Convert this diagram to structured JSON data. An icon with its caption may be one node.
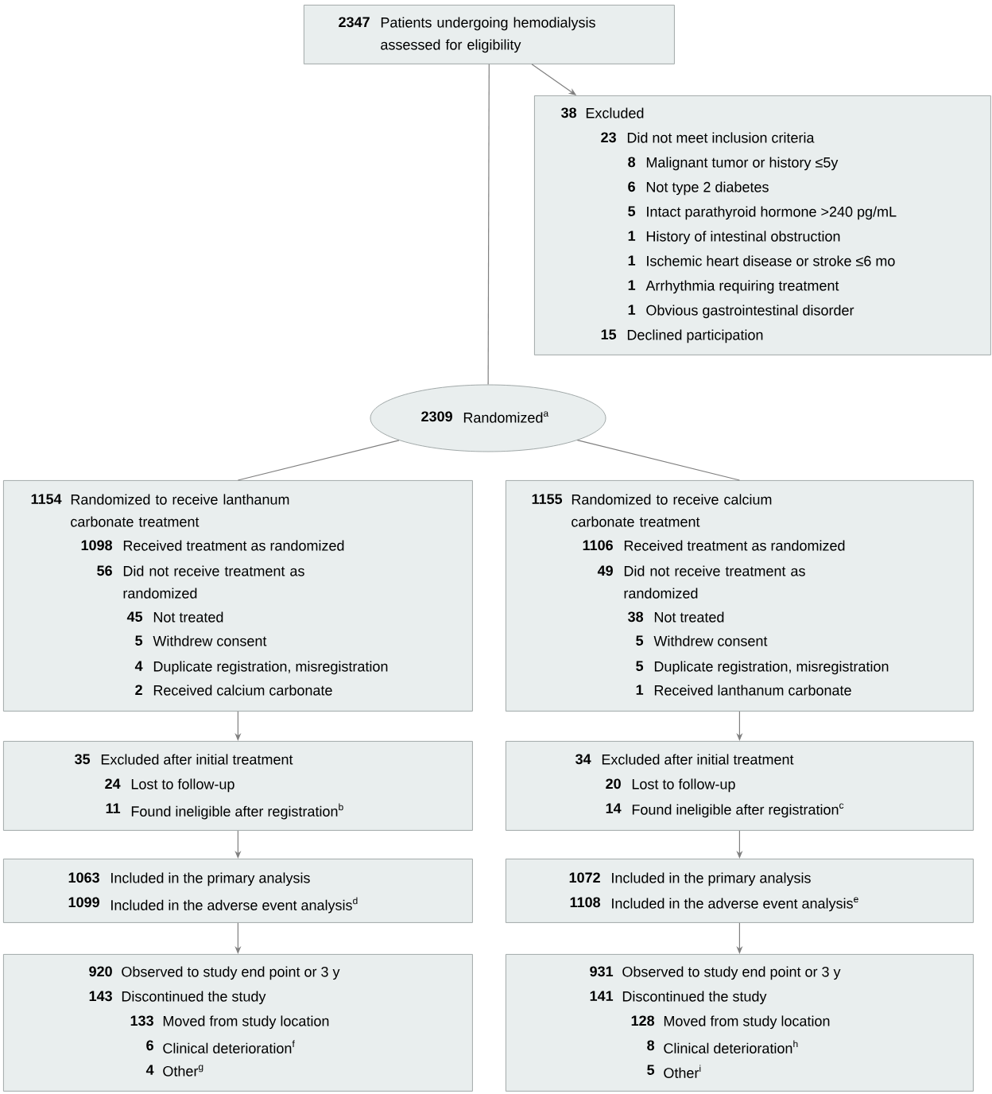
{
  "diagram": {
    "nodes": [
      {
        "text": [
          "2347",
          "Patients undergoing hemodialysis assessed for eligibility"
        ]
      },
      {
        "text": [
          "38",
          "Excluded",
          "23",
          "Did not meet inclusion criteria",
          "8",
          "Malignant tumor or history ≤5y",
          "6",
          "Not type 2 diabetes",
          "5",
          "Intact parathyroid hormone >240 pg/mL",
          "1",
          "History of intestinal obstruction",
          "1",
          "Ischemic heart disease or stroke ≤6 mo",
          "1",
          "Arrhythmia requiring treatment",
          "1",
          "Obvious gastrointestinal disorder",
          "15",
          "Declined participation"
        ]
      },
      {
        "text": [
          "2309",
          "Randomized$^{a}$"
        ]
      },
      {
        "text": [
          "1154",
          "Randomized to receive lanthanum carbonate treatment",
          "1098",
          "Received treatment as randomized",
          "56",
          "Did not receive treatment as randomized",
          "45",
          "Not treated",
          "5",
          "Withdrew consent",
          "4",
          "Duplicate registration, misregistration",
          "2",
          "Received calcium carbonate"
        ]
      },
      {
        "text": [
          "1155",
          "Randomized to receive calcium carbonate treatment",
          "1106",
          "Received treatment as randomized",
          "49",
          "Did not receive treatment as randomized",
          "38",
          "Not treated",
          "5",
          "Withdrew consent",
          "5",
          "Duplicate registration, misregistration",
          "1",
          "Received lanthanum carbonate"
        ]
      },
      {
        "text": [
          "35",
          "Excluded after initial treatment",
          "24",
          "Lost to follow-up",
          "11",
          "Found ineligible after registration$^{b}$"
        ]
      },
      {
        "text": [
          "34",
          "Excluded after initial treatment",
          "20",
          "Lost to follow-up",
          "14",
          "Found ineligible after registration$^{c}$"
        ]
      },
      {
        "text": [
          "1063",
          "Included in the primary analysis",
          "1099",
          "Included in the adverse event analysis$^{d}$"
        ]
      },
      {
        "text": [
          "1072",
          "Included in the primary analysis",
          "1108",
          "Included in the adverse event analysis$^{e}$"
        ]
      },
      {
        "text": [
          "920",
          "Observed to study end point or 3 y",
          "143",
          "Discontinued the study",
          "133",
          "Moved from study location",
          "6",
          "Clinical deterioration$^{f}$",
          "4",
          "Other$^{g}$"
        ]
      },
      {
        "text": [
          "931",
          "Observed to study end point or 3 y",
          "141",
          "Discontinued the study",
          "128",
          "Moved from study location",
          "8",
          "Clinical deterioration$^{h}$",
          "5",
          "Other$^{i}$"
        ]
      }
    ],
    "edges": [
      {
        "from": 0,
        "to": 2,
        "arrow": "none"
      },
      {
        "from": 0,
        "to": 1,
        "arrow": "to"
      },
      {
        "from": 2,
        "to": 3,
        "arrow": "none"
      },
      {
        "from": 2,
        "to": 4,
        "arrow": "none"
      },
      {
        "from": 3,
        "to": 5,
        "arrow": "to"
      },
      {
        "from": 5,
        "to": 7,
        "arrow": "to"
      },
      {
        "from": 7,
        "to": 9,
        "arrow": "to"
      },
      {
        "from": 4,
        "to": 6,
        "arrow": "to"
      },
      {
        "from": 6,
        "to": 8,
        "arrow": "to"
      },
      {
        "from": 8,
        "to": 10,
        "arrow": "to"
      }
    ]
  }
}
